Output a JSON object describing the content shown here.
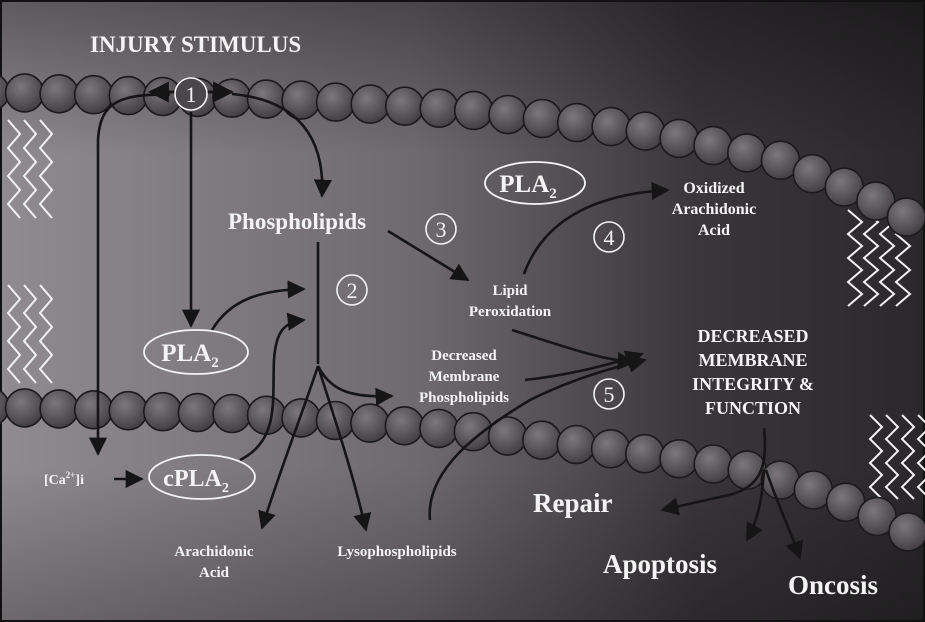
{
  "title": "INJURY STIMULUS",
  "labels": {
    "phospholipids": "Phospholipids",
    "pla2_top": "PLA",
    "pla2_left": "PLA",
    "pla2_sub": "2",
    "cpla2": "cPLA",
    "cpla2_sub": "2",
    "ca_text": "[Ca",
    "ca_sup": "2+",
    "ca_end": "]i",
    "oxidized_line1": "Oxidized",
    "oxidized_line2": "Arachidonic",
    "oxidized_line3": "Acid",
    "lipid_line1": "Lipid",
    "lipid_line2": "Peroxidation",
    "decreased_line1": "Decreased",
    "decreased_line2": "Membrane",
    "decreased_line3": "Phospholipids",
    "integrity_line1": "DECREASED",
    "integrity_line2": "MEMBRANE",
    "integrity_line3": "INTEGRITY &",
    "integrity_line4": "FUNCTION",
    "arachidonic_line1": "Arachidonic",
    "arachidonic_line2": "Acid",
    "lysophospholipids": "Lysophospholipids",
    "repair": "Repair",
    "apoptosis": "Apoptosis",
    "oncosis": "Oncosis"
  },
  "steps": [
    "1",
    "2",
    "3",
    "4",
    "5"
  ],
  "colors": {
    "bead": "#595559",
    "bead_stroke": "#1e1c1e",
    "text": "#f4f4f4",
    "arrow": "#1a1a1a",
    "bg_light": "#8d8a8d",
    "bg_dark": "#2e2c2e"
  }
}
